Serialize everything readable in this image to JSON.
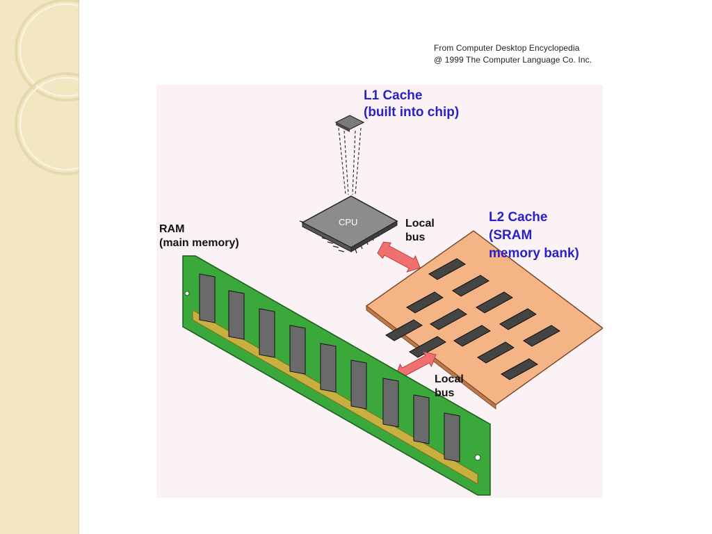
{
  "credit": {
    "line1": "From Computer Desktop Encyclopedia",
    "line2": "@ 1999 The Computer Language Co. Inc."
  },
  "diagram": {
    "l1_cache": {
      "line1": "L1 Cache",
      "line2": "(built into chip)"
    },
    "cpu_label": "CPU",
    "local_bus_top": {
      "line1": "Local",
      "line2": "bus"
    },
    "l2_cache": {
      "line1": "L2 Cache",
      "line2": "(SRAM",
      "line3": "memory bank)"
    },
    "ram": {
      "line1": "RAM",
      "line2": "(main memory)"
    },
    "local_bus_bottom": {
      "line1": "Local",
      "line2": "bus"
    }
  },
  "colors": {
    "label_blue": "#2a20c8",
    "ram_board": "#3aa83a",
    "sram_board": "#f4b486",
    "chip_gray": "#8c8c8c",
    "bus_arrow": "#f07070",
    "sidebar_bg": "#f2e6c3"
  }
}
